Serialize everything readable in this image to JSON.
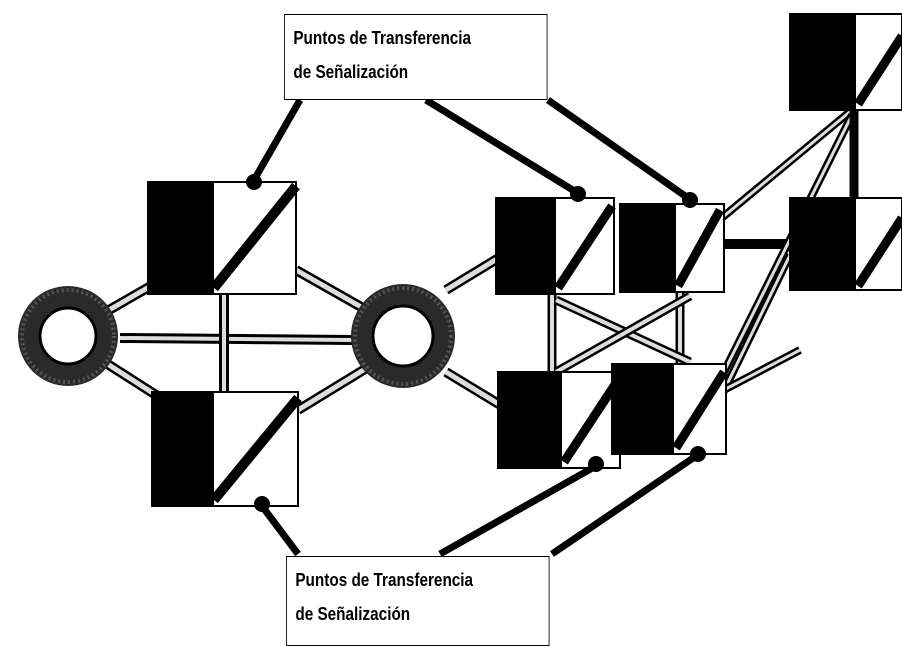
{
  "labels": {
    "top": {
      "line1": "Puntos de Transferencia",
      "line2": "de Señalización"
    },
    "bottom": {
      "line1": "Puntos de Transferencia",
      "line2": "de Señalización"
    }
  },
  "colors": {
    "ink": "#000000",
    "paper": "#ffffff",
    "ring": "#2a2a2a",
    "link": "#dddddd"
  }
}
